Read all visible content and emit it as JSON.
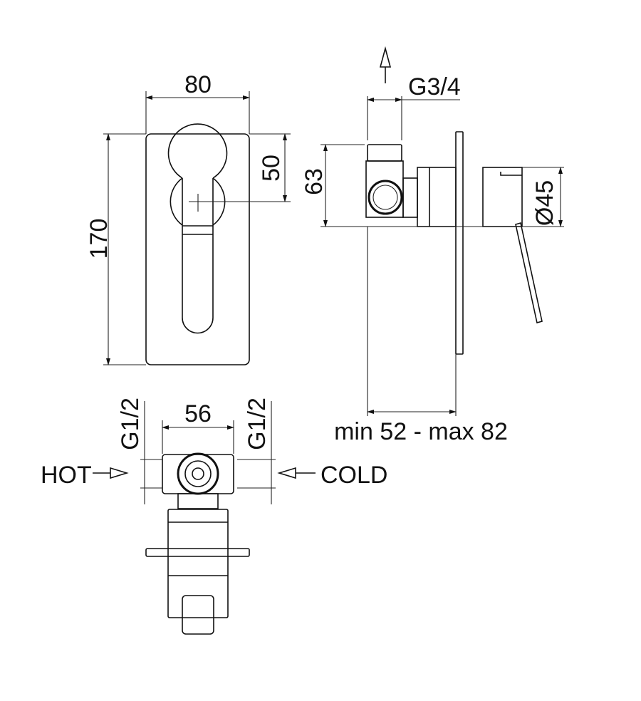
{
  "front_view": {
    "width_label": "80",
    "height_label": "170",
    "handle_axis_label": "50"
  },
  "side_view": {
    "outlet_label": "G3/4",
    "height_label": "63",
    "diameter_label": "Ø45",
    "depth_label": "min 52 - max 82"
  },
  "top_view": {
    "spacing_label": "56",
    "inlet_left_label": "G1/2",
    "inlet_right_label": "G1/2",
    "hot_label": "HOT",
    "cold_label": "COLD"
  },
  "colors": {
    "line": "#111111",
    "background": "#ffffff"
  }
}
